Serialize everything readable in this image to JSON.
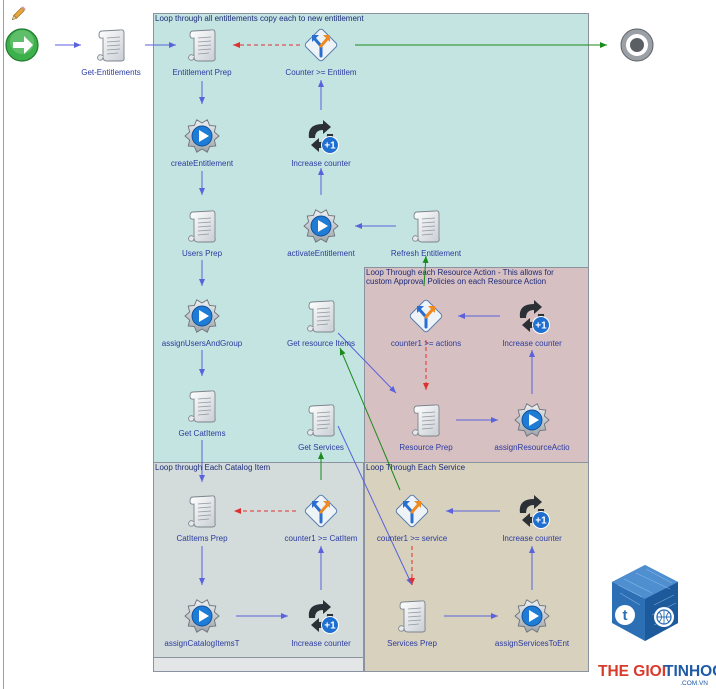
{
  "zones": [
    {
      "id": "z-main",
      "title": "Loop through all entitlements copy each to new entitlement",
      "color": "#c4e4e1"
    },
    {
      "id": "z-resource",
      "title": "Loop Through each Resource Action - This allows for custom Approval Policies on each Resource Action",
      "color": "#d7c0c2"
    },
    {
      "id": "z-catalog",
      "title": "Loop through Each Catalog Item",
      "color": "#d3dcda"
    },
    {
      "id": "z-service",
      "title": "Loop Through Each Service",
      "color": "#d7d1bd"
    }
  ],
  "nodes": [
    {
      "id": "start",
      "type": "start",
      "label": ""
    },
    {
      "id": "getent",
      "type": "script",
      "label": "Get-Entitlements"
    },
    {
      "id": "entprep",
      "type": "script",
      "label": "Entitlement Prep"
    },
    {
      "id": "dec1",
      "type": "decision",
      "label": "Counter >= Entitlem"
    },
    {
      "id": "end",
      "type": "end",
      "label": ""
    },
    {
      "id": "createent",
      "type": "workflow",
      "label": "createEntitlement"
    },
    {
      "id": "inc1",
      "type": "increase",
      "label": "Increase counter"
    },
    {
      "id": "usersprep",
      "type": "script",
      "label": "Users Prep"
    },
    {
      "id": "actent",
      "type": "workflow",
      "label": "activateEntitlement"
    },
    {
      "id": "refresh",
      "type": "script",
      "label": "Refresh Entitlement"
    },
    {
      "id": "assignusers",
      "type": "workflow",
      "label": "assignUsersAndGroup"
    },
    {
      "id": "getres",
      "type": "script",
      "label": "Get resource Items"
    },
    {
      "id": "dec2",
      "type": "decision",
      "label": "counter1 >= actions"
    },
    {
      "id": "inc2",
      "type": "increase",
      "label": "Increase counter"
    },
    {
      "id": "getcat",
      "type": "script",
      "label": "Get CatItems"
    },
    {
      "id": "getsvc",
      "type": "script",
      "label": "Get Services"
    },
    {
      "id": "resprep",
      "type": "script",
      "label": "Resource Prep"
    },
    {
      "id": "assignres",
      "type": "workflow",
      "label": "assignResourceActio"
    },
    {
      "id": "catprep",
      "type": "script",
      "label": "CatItems Prep"
    },
    {
      "id": "dec3",
      "type": "decision",
      "label": "counter1 >= CatItem"
    },
    {
      "id": "dec4",
      "type": "decision",
      "label": "counter1 >= service"
    },
    {
      "id": "inc4",
      "type": "increase",
      "label": "Increase counter"
    },
    {
      "id": "assigncat",
      "type": "workflow",
      "label": "assignCatalogItemsT"
    },
    {
      "id": "inc3",
      "type": "increase",
      "label": "Increase counter"
    },
    {
      "id": "svcprep",
      "type": "script",
      "label": "Services Prep"
    },
    {
      "id": "assignsvc",
      "type": "workflow",
      "label": "assignServicesToEnt"
    }
  ],
  "edges": [
    {
      "from": "start",
      "to": "getent",
      "kind": "normal"
    },
    {
      "from": "getent",
      "to": "entprep",
      "kind": "normal"
    },
    {
      "from": "dec1",
      "to": "entprep",
      "kind": "false"
    },
    {
      "from": "dec1",
      "to": "end",
      "kind": "true"
    },
    {
      "from": "entprep",
      "to": "createent",
      "kind": "normal"
    },
    {
      "from": "inc1",
      "to": "dec1",
      "kind": "normal"
    },
    {
      "from": "createent",
      "to": "usersprep",
      "kind": "normal"
    },
    {
      "from": "actent",
      "to": "inc1",
      "kind": "normal"
    },
    {
      "from": "refresh",
      "to": "actent",
      "kind": "normal"
    },
    {
      "from": "usersprep",
      "to": "assignusers",
      "kind": "normal"
    },
    {
      "from": "assignusers",
      "to": "getcat",
      "kind": "normal"
    },
    {
      "from": "getcat",
      "to": "catprep",
      "kind": "normal"
    },
    {
      "from": "catprep",
      "to": "assigncat",
      "kind": "normal"
    },
    {
      "from": "assigncat",
      "to": "inc3",
      "kind": "normal"
    },
    {
      "from": "inc3",
      "to": "dec3",
      "kind": "normal"
    },
    {
      "from": "dec3",
      "to": "catprep",
      "kind": "false"
    },
    {
      "from": "dec3",
      "to": "getsvc",
      "kind": "true"
    },
    {
      "from": "getsvc",
      "to": "svcprep",
      "kind": "normal"
    },
    {
      "from": "svcprep",
      "to": "assignsvc",
      "kind": "normal"
    },
    {
      "from": "assignsvc",
      "to": "inc4",
      "kind": "normal"
    },
    {
      "from": "inc4",
      "to": "dec4",
      "kind": "normal"
    },
    {
      "from": "dec4",
      "to": "svcprep",
      "kind": "false"
    },
    {
      "from": "dec4",
      "to": "getres",
      "kind": "true"
    },
    {
      "from": "getres",
      "to": "resprep",
      "kind": "normal"
    },
    {
      "from": "resprep",
      "to": "assignres",
      "kind": "normal"
    },
    {
      "from": "assignres",
      "to": "inc2",
      "kind": "normal"
    },
    {
      "from": "inc2",
      "to": "dec2",
      "kind": "normal"
    },
    {
      "from": "dec2",
      "to": "resprep",
      "kind": "false"
    },
    {
      "from": "dec2",
      "to": "refresh",
      "kind": "true"
    }
  ],
  "colors": {
    "normal": "#5a62dc",
    "true": "#1a8a1a",
    "false": "#e03030",
    "label": "#2a3aa0",
    "start": "#3cb04a",
    "pencil": "#e8a63a"
  },
  "watermark": {
    "brand_left": "THE GIOI",
    "brand_right": "TINHOC",
    "domain": ".COM.VN"
  }
}
